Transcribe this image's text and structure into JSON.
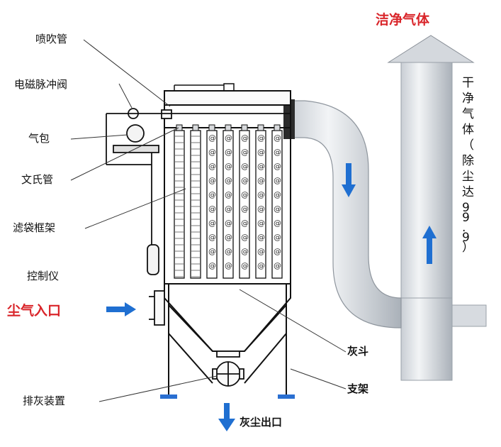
{
  "labels": {
    "nozzle_pipe": "喷吹管",
    "pulse_valve": "电磁脉冲阀",
    "air_bag": "气包",
    "venturi": "文氏管",
    "bag_frame": "滤袋框架",
    "controller": "控制仪",
    "dust_inlet": "尘气入口",
    "ash_hopper": "灰斗",
    "support": "支架",
    "discharge": "排灰装置",
    "dust_outlet": "灰尘出口",
    "clean_gas": "洁净气体",
    "dry_gas_v": [
      "干",
      "净",
      "气",
      "体",
      "（",
      "除",
      "尘",
      "达",
      "9",
      "9",
      ".",
      "9",
      "）"
    ]
  },
  "colors": {
    "accent_red": "#d9252a",
    "arrow_blue": "#1f6fd1",
    "steel_light": "#e3e6ea",
    "steel_dark": "#b9bfc6",
    "outline": "#111111"
  }
}
